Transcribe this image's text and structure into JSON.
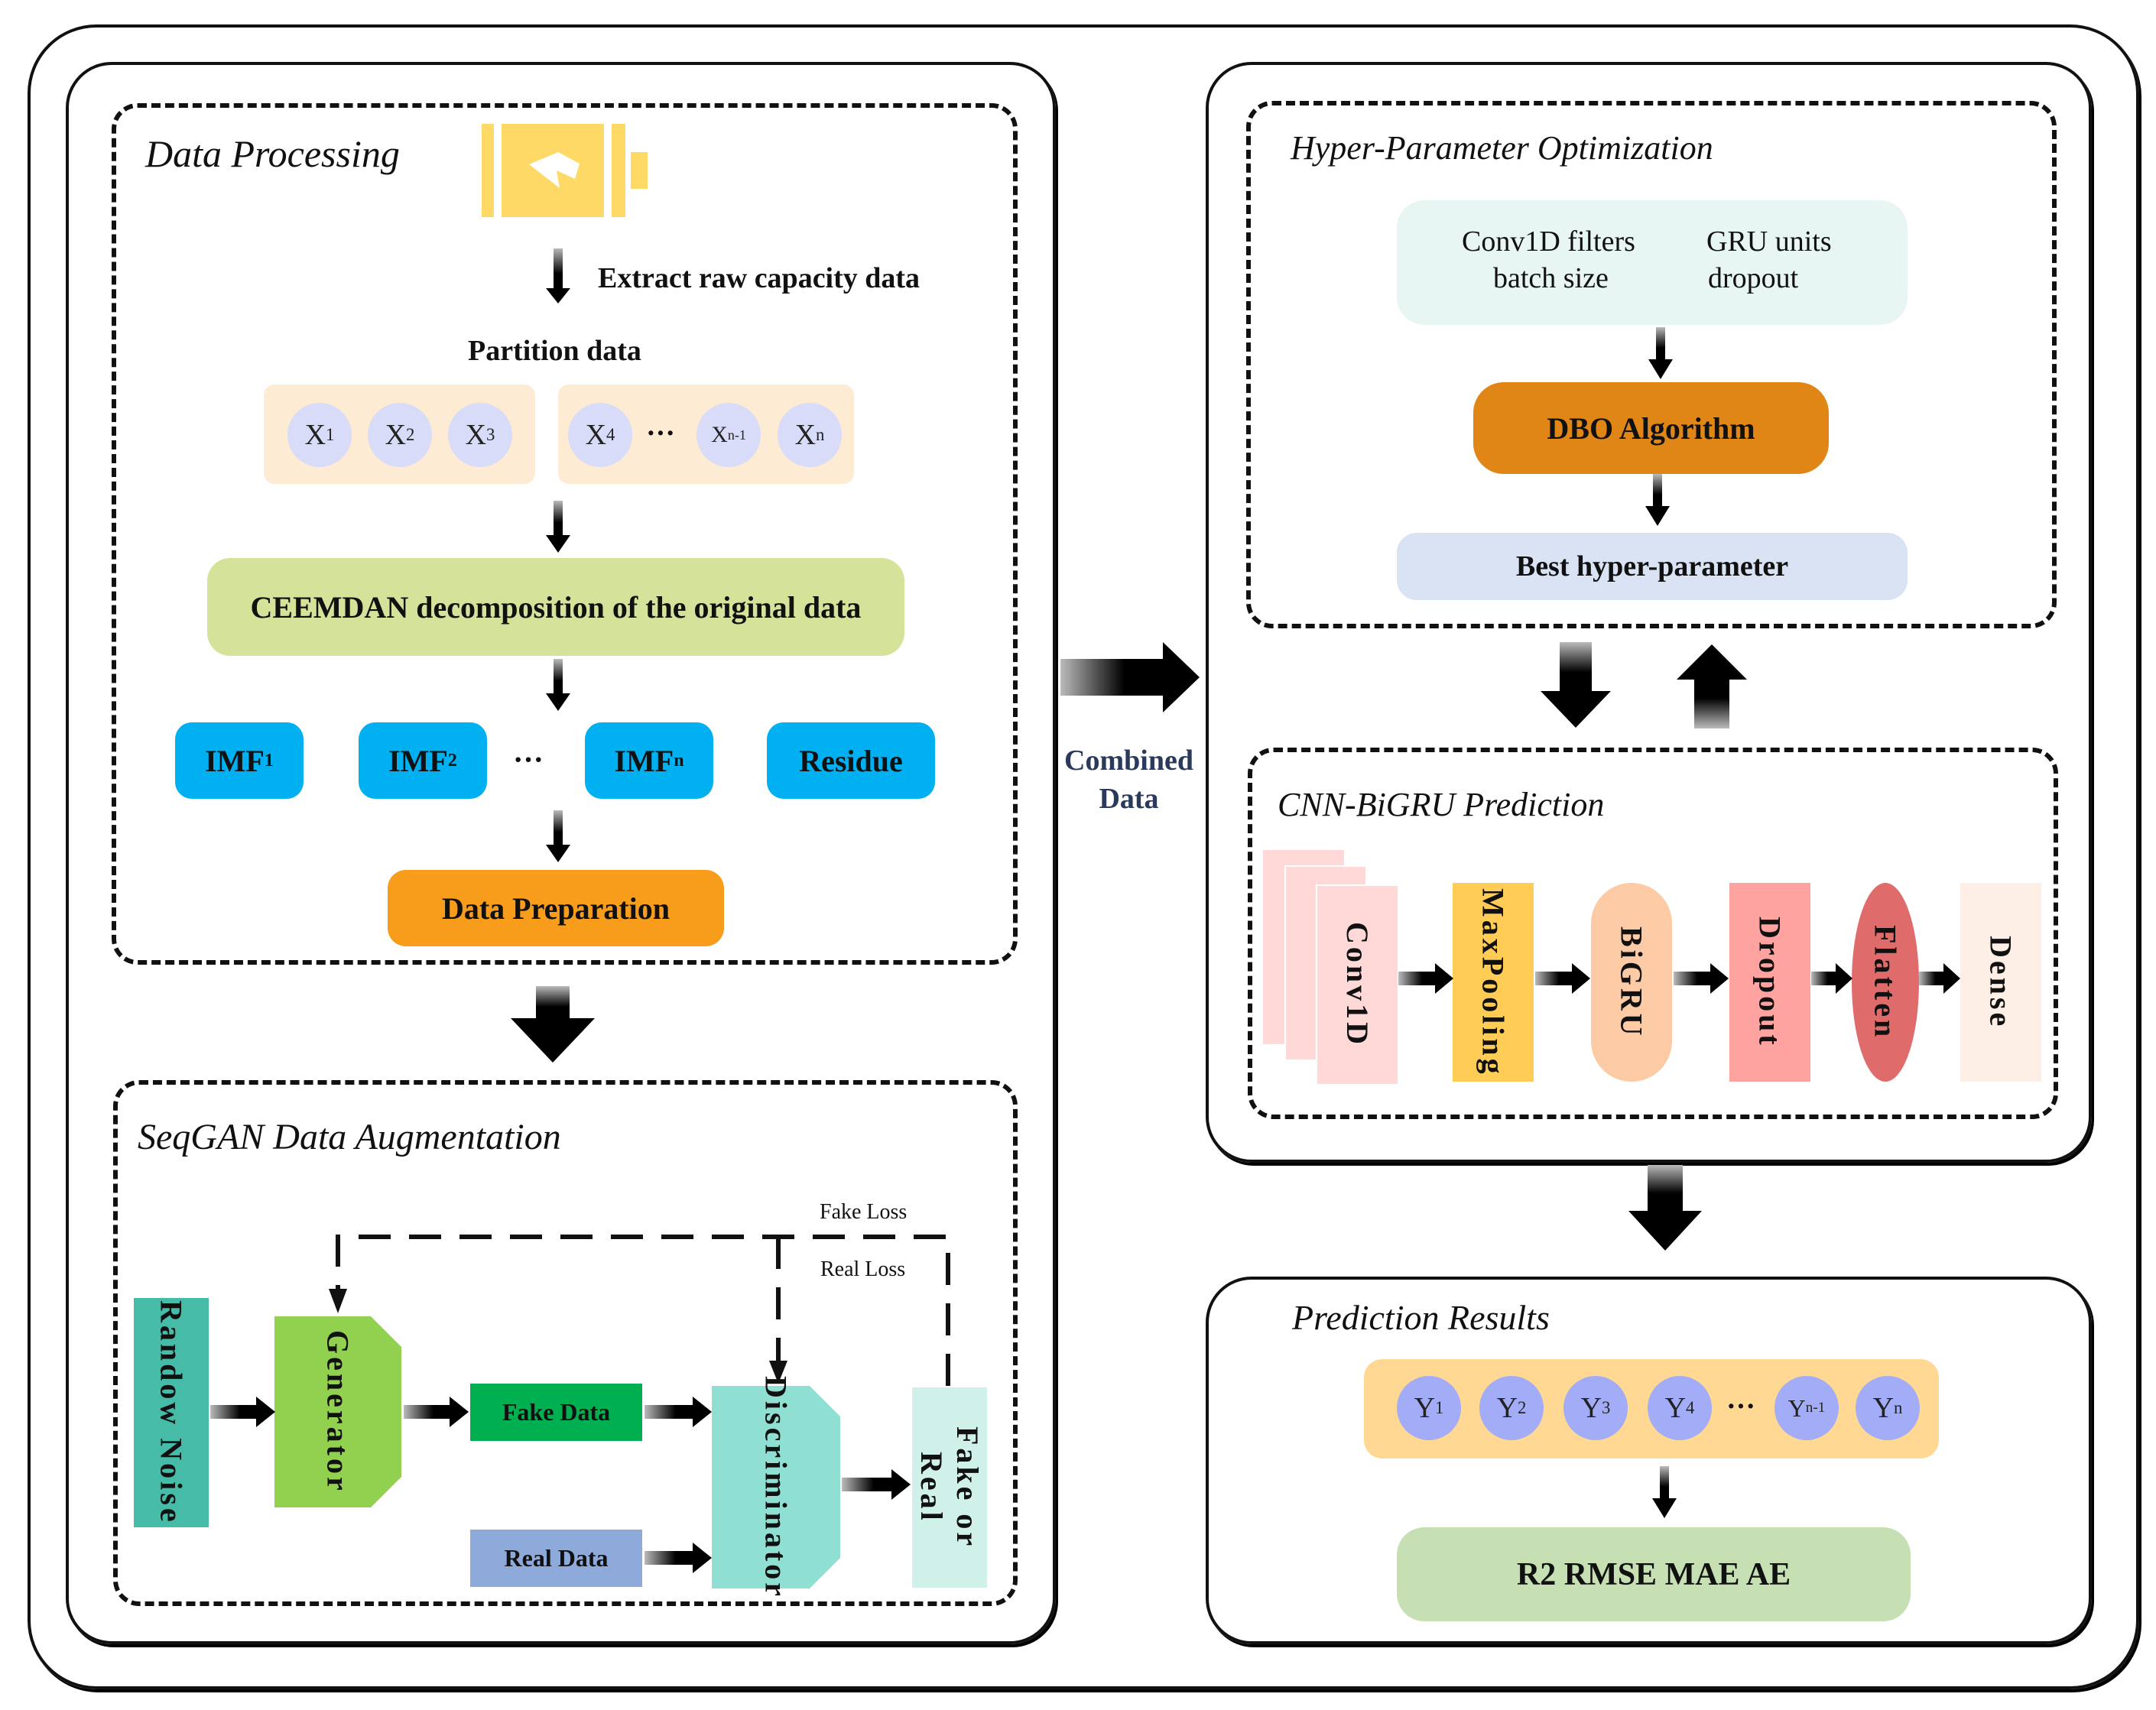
{
  "data_processing": {
    "title": "Data Processing",
    "battery_icon": "battery-charging-icon",
    "extract_label": "Extract raw capacity data",
    "partition_label": "Partition data",
    "group1": [
      {
        "base": "X",
        "sub": "1"
      },
      {
        "base": "X",
        "sub": "2"
      },
      {
        "base": "X",
        "sub": "3"
      }
    ],
    "group2": [
      {
        "base": "X",
        "sub": "4"
      },
      {
        "base": "X",
        "sub": "n-1"
      },
      {
        "base": "X",
        "sub": "n"
      }
    ],
    "ellipsis": "···",
    "ceemdan_label": "CEEMDAN decomposition of the original data",
    "imfs": [
      {
        "base": "IMF",
        "sub": "1"
      },
      {
        "base": "IMF",
        "sub": "2"
      },
      {
        "base": "IMF",
        "sub": "n"
      }
    ],
    "residue_label": "Residue",
    "preparation_label": "Data Preparation"
  },
  "combined_label_line1": "Combined",
  "combined_label_line2": "Data",
  "seqgan": {
    "title": "SeqGAN Data Augmentation",
    "random_noise": "Randow Noise",
    "generator": "Generator",
    "fake_data": "Fake Data",
    "real_data": "Real Data",
    "discriminator": "Discriminator",
    "fake_or_real": "Fake or Real",
    "fake_loss": "Fake Loss",
    "real_loss": "Real Loss"
  },
  "hyper": {
    "title": "Hyper-Parameter Optimization",
    "params": [
      "Conv1D filters",
      "GRU units",
      "batch size",
      "dropout"
    ],
    "algorithm": "DBO Algorithm",
    "best": "Best hyper-parameter"
  },
  "cnn": {
    "title": "CNN-BiGRU Prediction",
    "layers": [
      "Conv1D",
      "MaxPooling",
      "BiGRU",
      "Dropout",
      "Flatten",
      "Dense"
    ]
  },
  "results": {
    "title": "Prediction Results",
    "outputs": [
      {
        "base": "Y",
        "sub": "1"
      },
      {
        "base": "Y",
        "sub": "2"
      },
      {
        "base": "Y",
        "sub": "3"
      },
      {
        "base": "Y",
        "sub": "4"
      },
      {
        "base": "Y",
        "sub": "n-1"
      },
      {
        "base": "Y",
        "sub": "n"
      }
    ],
    "ellipsis": "···",
    "metrics": "R2 RMSE MAE AE"
  },
  "colors": {
    "battery": "#ffd966",
    "partition_bg": "#fdebd3",
    "x_circle": "#d9dcf8",
    "ceemdan": "#d5e29a",
    "imf": "#00b0f0",
    "preparation": "#f89c1c",
    "random_noise": "#45bba8",
    "generator": "#92d050",
    "fake_data": "#00b050",
    "real_data": "#8eaadb",
    "discriminator": "#8fe0d2",
    "fake_or_real": "#d0f0ea",
    "params_bg": "#e8f6f3",
    "dbo": "#df8616",
    "best_bg": "#dae3f3",
    "conv1d": "#ffd8d8",
    "maxpooling": "#ffcc55",
    "bigru": "#fdcaa6",
    "dropout": "#ffa3a0",
    "flatten": "#e06b6b",
    "dense": "#fdefe6",
    "outputs_bg": "#ffd993",
    "y_circle": "#a3acf6",
    "metrics_bg": "#c6e0b4"
  }
}
